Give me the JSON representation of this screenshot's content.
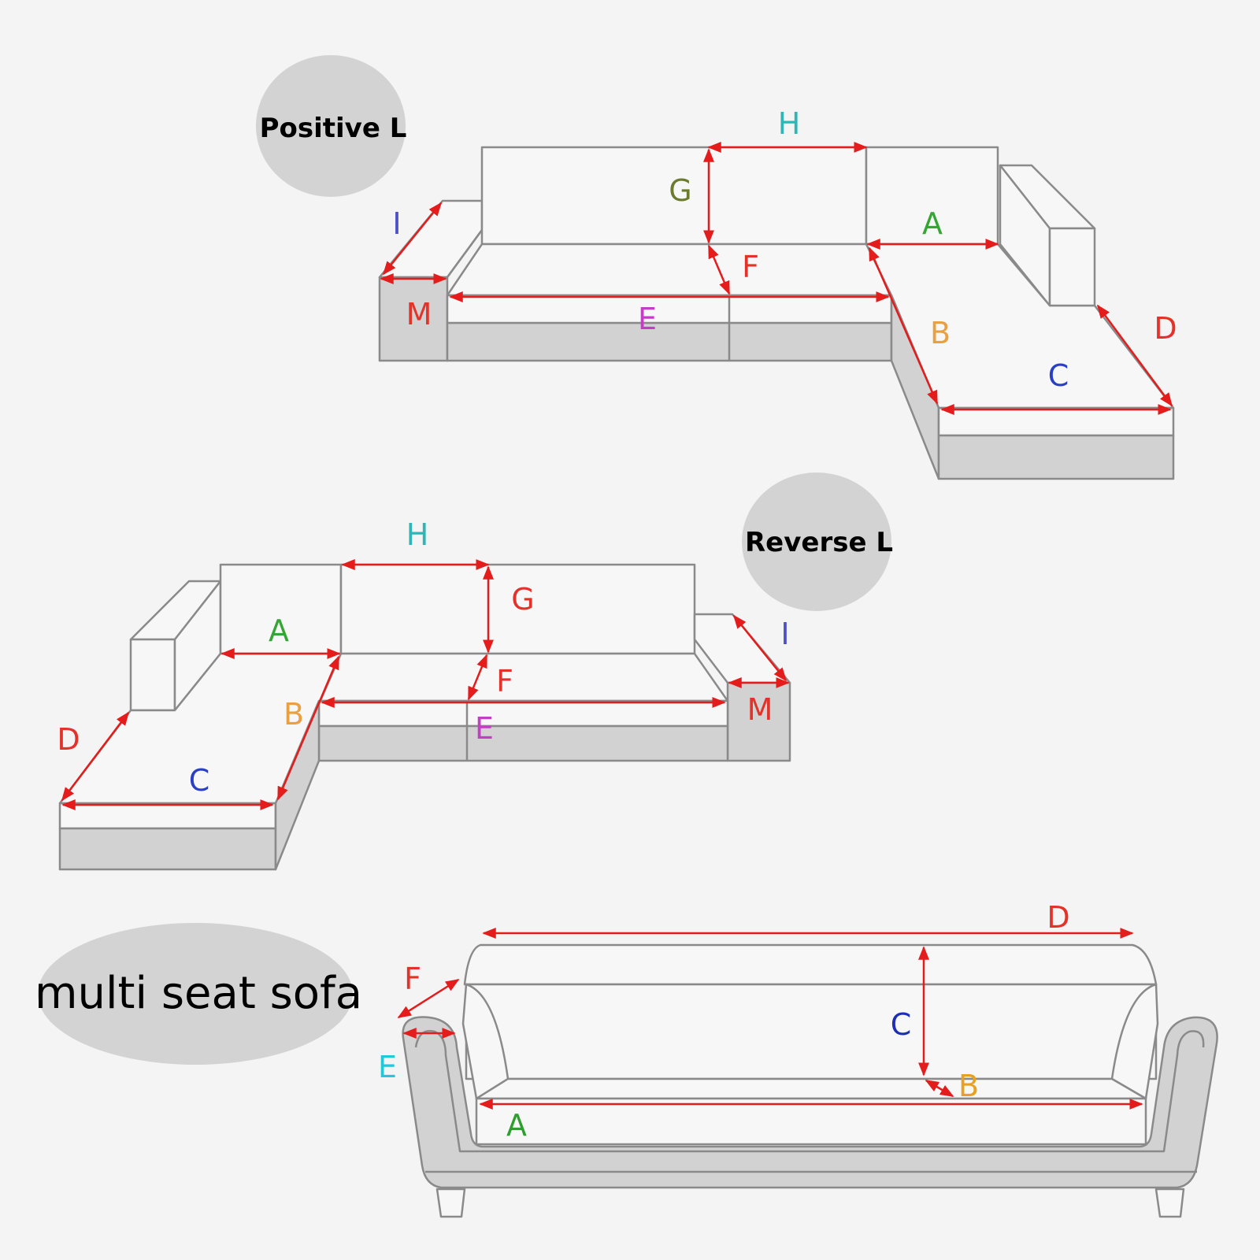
{
  "badges": {
    "positive": "Positive L",
    "reverse": "Reverse L",
    "multi": "multi seat sofa"
  },
  "positive_labels": {
    "H": "H",
    "G": "G",
    "A": "A",
    "I": "I",
    "F": "F",
    "M": "M",
    "E": "E",
    "B": "B",
    "D": "D",
    "C": "C"
  },
  "reverse_labels": {
    "H": "H",
    "G": "G",
    "A": "A",
    "I": "I",
    "F": "F",
    "M": "M",
    "E": "E",
    "B": "B",
    "D": "D",
    "C": "C"
  },
  "multi_labels": {
    "D": "D",
    "F": "F",
    "C": "C",
    "E": "E",
    "B": "B",
    "A": "A"
  },
  "colors": {
    "arrow": "#e41c1c",
    "H": "#2fb5b5",
    "G_positive": "#6b7a2e",
    "G_reverse": "#e2322a",
    "A": "#35a535",
    "I": "#4f4fc4",
    "F": "#e2322a",
    "M": "#e2322a",
    "E": "#c23ec2",
    "B": "#e8a040",
    "D": "#e2322a",
    "C": "#2b3fc4",
    "multi_D": "#e2322a",
    "multi_F": "#e2322a",
    "multi_C": "#1f2fb4",
    "multi_E": "#22c8d8",
    "multi_B": "#e8a020",
    "multi_A": "#2e9e2e"
  }
}
